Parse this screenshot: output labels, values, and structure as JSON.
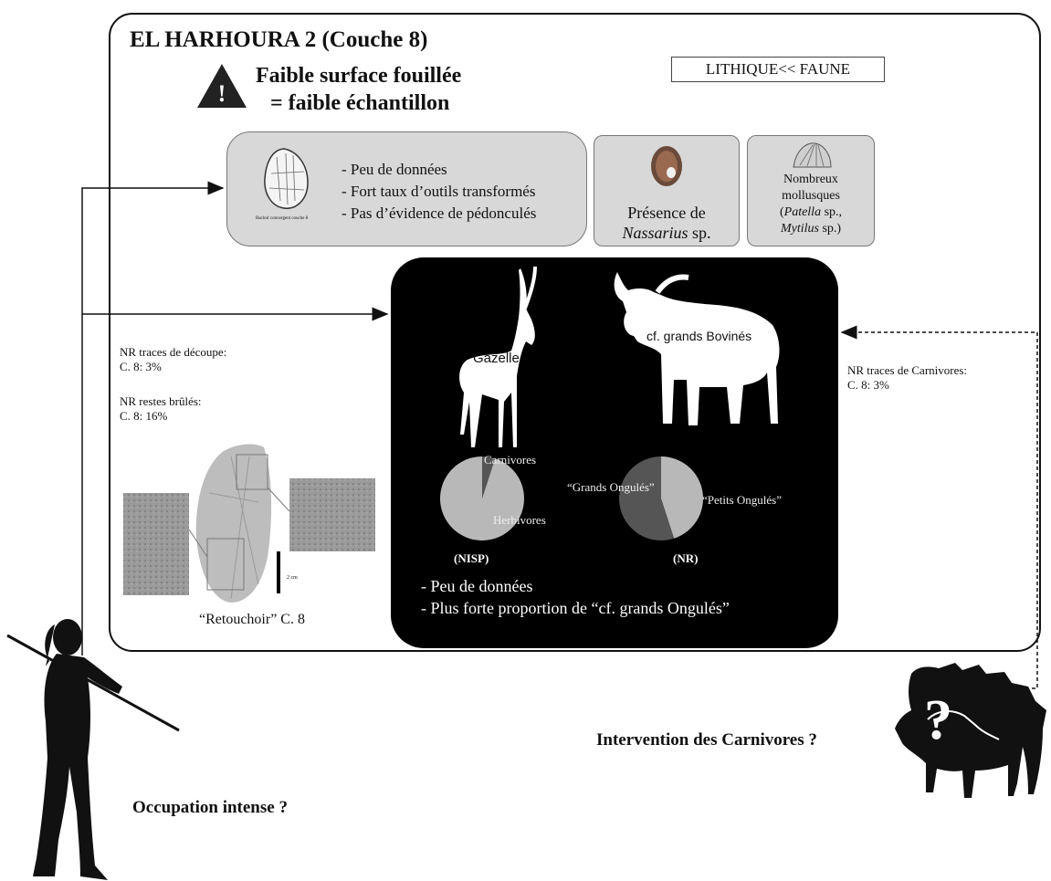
{
  "title": "EL HARHOURA 2 (Couche 8)",
  "warning": {
    "line1": "Faible surface fouillée",
    "line2": "= faible échantillon"
  },
  "tag": "LITHIQUE<< FAUNE",
  "lithic": {
    "caption": "Racloir convergent couche 8",
    "items": [
      "- Peu de données",
      "- Fort taux d’outils transformés",
      "- Pas d’évidence de pédonculés"
    ]
  },
  "nassarius": {
    "line1": "Présence de",
    "genus": "Nassarius",
    "suffix": " sp."
  },
  "molluscs": {
    "line1": "Nombreux",
    "line2": "mollusques",
    "paren_open": "(",
    "genus1": "Patella",
    "sp1": " sp.,",
    "genus2": "Mytilus",
    "sp2": " sp.)"
  },
  "taphonomy_left": {
    "cut_marks_label": "NR traces de découpe:",
    "cut_marks_value": "C. 8: 3%",
    "burnt_label": "NR restes brûlés:",
    "burnt_value": "C. 8: 16%",
    "scale": "2 cm",
    "retouchoir": "“Retouchoir” C. 8"
  },
  "taphonomy_right": {
    "label": "NR traces de Carnivores:",
    "value": "C. 8: 3%"
  },
  "fauna": {
    "gazelle": "Gazelle",
    "bovine": "cf. grands Bovinés",
    "notes": [
      "- Peu de données",
      "- Plus forte proportion de “cf. grands Ongulés”"
    ]
  },
  "chart_data": [
    {
      "type": "pie",
      "title": "(NISP)",
      "labels": [
        "Carnivores",
        "Herbivores"
      ],
      "values": [
        5,
        95
      ],
      "colors": [
        "#555555",
        "#b8b8b8"
      ]
    },
    {
      "type": "pie",
      "title": "(NR)",
      "labels": [
        "“Grands Ongulés”",
        "“Petits Ongulés”"
      ],
      "values": [
        55,
        45
      ],
      "colors": [
        "#555555",
        "#b8b8b8"
      ]
    }
  ],
  "bottom": {
    "occupation": "Occupation intense ?",
    "carnivores": "Intervention des Carnivores ?",
    "question_mark": "?"
  },
  "colors": {
    "frame": "#111111",
    "grey_box": "#d8d8d8",
    "fauna_bg": "#000000"
  }
}
